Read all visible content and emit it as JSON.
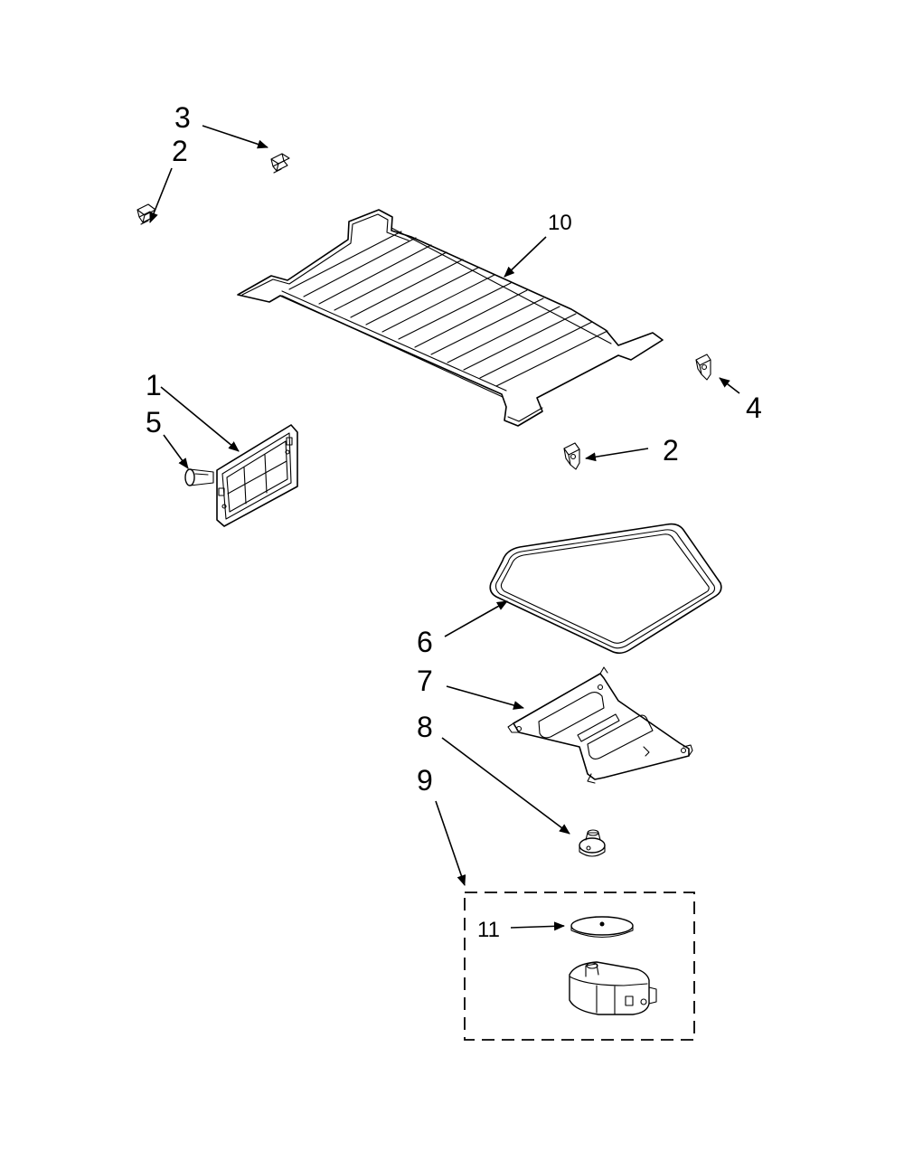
{
  "callouts": {
    "c1": "1",
    "c2a": "2",
    "c2b": "2",
    "c3": "3",
    "c4": "4",
    "c5": "5",
    "c6": "6",
    "c7": "7",
    "c8": "8",
    "c9": "9",
    "c10": "10",
    "c11": "11"
  },
  "colors": {
    "ink": "#000000",
    "background": "#ffffff"
  }
}
